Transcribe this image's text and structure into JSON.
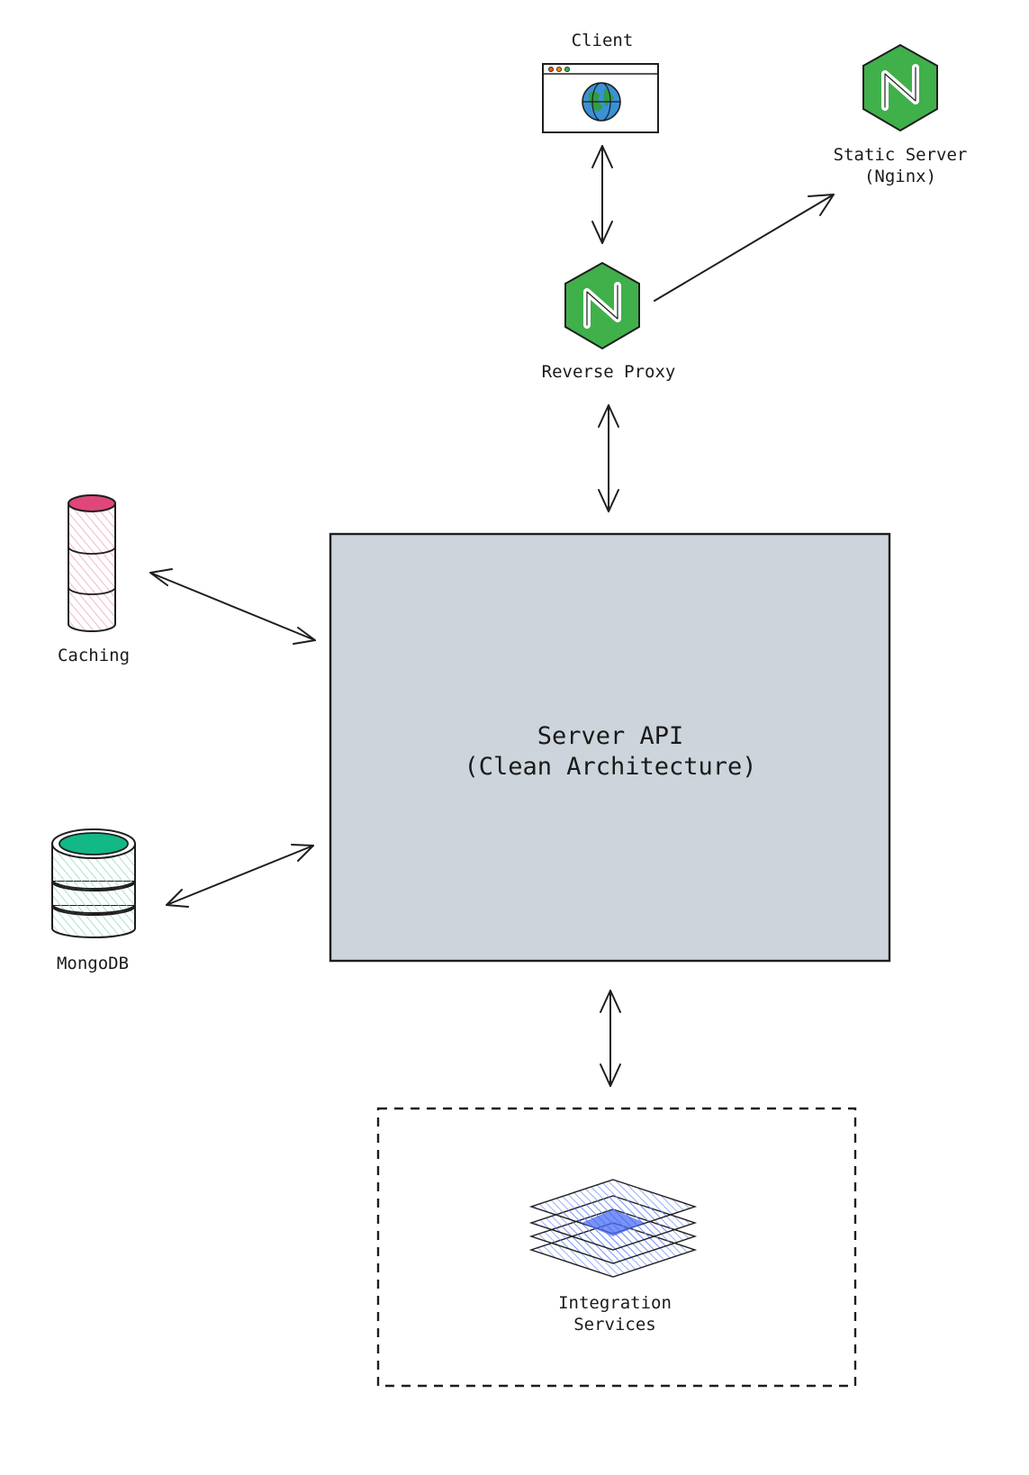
{
  "nodes": {
    "client": {
      "label": "Client",
      "icon": "browser-globe-icon"
    },
    "static_server": {
      "label_line1": "Static Server",
      "label_line2": "(Nginx)",
      "icon": "nginx-icon"
    },
    "reverse_proxy": {
      "label": "Reverse Proxy",
      "icon": "nginx-icon"
    },
    "server_api": {
      "label_line1": "Server API",
      "label_line2": "(Clean Architecture)"
    },
    "caching": {
      "label": "Caching",
      "icon": "cache-cylinder-icon"
    },
    "mongodb": {
      "label": "MongoDB",
      "icon": "database-icon"
    },
    "integration": {
      "label_line1": "Integration",
      "label_line2": "Services",
      "icon": "layers-icon"
    }
  },
  "edges": [
    {
      "from": "client",
      "to": "reverse_proxy",
      "direction": "both"
    },
    {
      "from": "reverse_proxy",
      "to": "static_server",
      "direction": "forward"
    },
    {
      "from": "reverse_proxy",
      "to": "server_api",
      "direction": "both"
    },
    {
      "from": "caching",
      "to": "server_api",
      "direction": "both"
    },
    {
      "from": "mongodb",
      "to": "server_api",
      "direction": "both"
    },
    {
      "from": "server_api",
      "to": "integration",
      "direction": "both"
    }
  ],
  "colors": {
    "nginx_green": "#40b04b",
    "server_box_fill": "#ced4dc",
    "caching_pink": "#e0467a",
    "caching_hatch": "#f0a6bd",
    "mongodb_green": "#12b886",
    "mongodb_hatch": "#96d9c2",
    "layers_blue": "#4c6ef5",
    "globe_blue": "#3a91d6",
    "globe_land": "#2f9e44"
  }
}
